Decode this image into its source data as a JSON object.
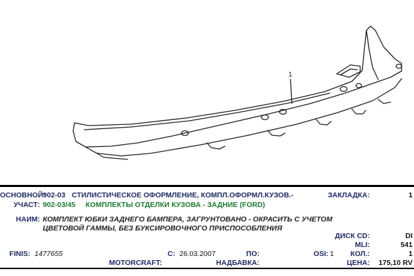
{
  "callout": "1",
  "colors": {
    "label": "#1f2a66",
    "link": "#1e7a32",
    "rule": "#000000"
  },
  "panel": {
    "osnovnoy_label": "ОСНОВНОЙ:",
    "osnovnoy_code": "902-03",
    "osnovnoy_text": "СТИЛИСТИЧЕСКОЕ ОФОРМЛЕНИЕ, КОМПЛ.ОФОРМЛ.КУЗОВ.-",
    "zakladka_label": "ЗАКЛАДКА:",
    "zakladka_value": "1",
    "uchast_label": "УЧАСТ:",
    "uchast_code": "902-03/45",
    "uchast_text": "КОМПЛЕКТЫ ОТДЕЛКИ КУЗОВА - ЗАДНИЕ (FORD)",
    "naim_label": "НАИМ:",
    "naim_text": "КОМПЛЕКТ ЮБКИ ЗАДНЕГО БАМПЕРА, ЗАГРУНТОВАНО - ОКРАСИТЬ С УЧЕТОМ ЦВЕТОВОЙ ГАММЫ, БЕЗ БУКСИРОВОЧНОГО ПРИСПОСОБЛЕНИЯ",
    "disk_label": "ДИСК CD:",
    "disk_value": "DI",
    "mli_label": "MLI:",
    "mli_value": "541",
    "kol_label": "КОЛ.:",
    "kol_value": "1",
    "finis_label": "FINIS:",
    "finis_value": "1477655",
    "s_label": "С:",
    "s_value": "26.03.2007",
    "po_label": "ПО:",
    "osi_label": "OSI:",
    "osi_value": "1",
    "motorcraft_label": "MOTORCRAFT:",
    "nadbavka_label": "НАДБАВКА:",
    "cena_label": "ЦЕНА:",
    "cena_value": "175,10 RV"
  }
}
